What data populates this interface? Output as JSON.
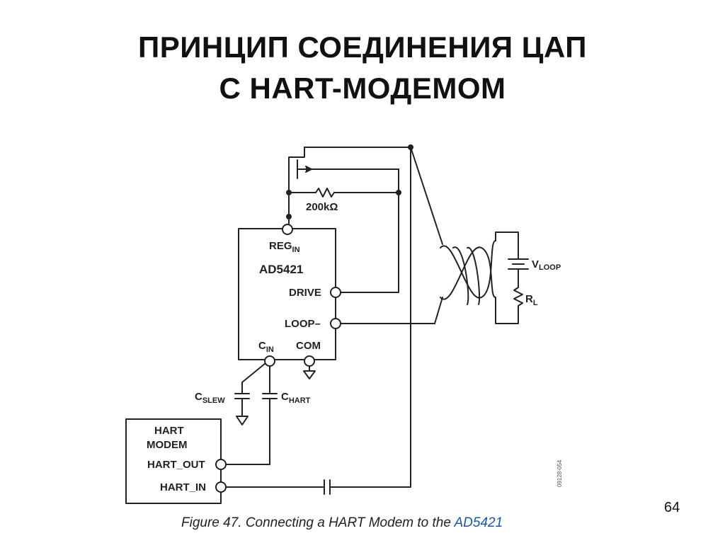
{
  "title": {
    "line1": "ПРИНЦИП СОЕДИНЕНИЯ ЦАП",
    "line2": "С HART-МОДЕМОМ"
  },
  "diagram": {
    "chip": {
      "name": "AD5421",
      "pin_reg": "REG",
      "pin_reg_sub": "IN",
      "pin_drive": "DRIVE",
      "pin_loop": "LOOP–",
      "pin_cin": "C",
      "pin_cin_sub": "IN",
      "pin_com": "COM"
    },
    "resistor_label": "200kΩ",
    "vloop": "V",
    "vloop_sub": "LOOP",
    "rl": "R",
    "rl_sub": "L",
    "cslew": "C",
    "cslew_sub": "SLEW",
    "chart": "C",
    "chart_sub": "HART",
    "modem": {
      "line1": "HART",
      "line2": "MODEM",
      "pin_out": "HART_OUT",
      "pin_in": "HART_IN"
    },
    "side_code": "09128-054"
  },
  "caption": {
    "prefix": "Figure 47. Connecting a HART Modem to the ",
    "link": "AD5421"
  },
  "page_number": "64"
}
